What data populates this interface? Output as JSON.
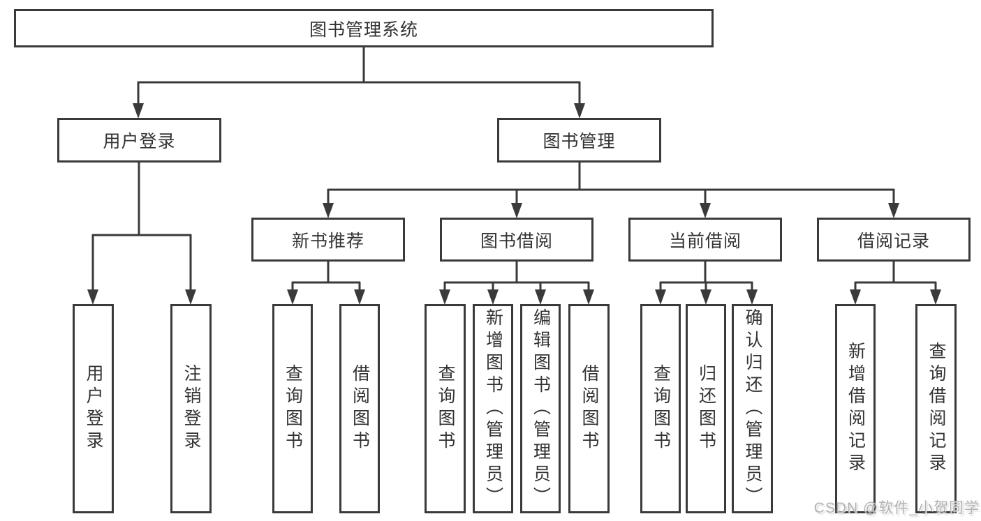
{
  "nodes": {
    "root": {
      "label": "图书管理系统"
    },
    "user_login": {
      "label": "用户登录"
    },
    "book_mgmt": {
      "label": "图书管理"
    },
    "new_book": {
      "label": "新书推荐"
    },
    "borrowing": {
      "label": "图书借阅"
    },
    "current": {
      "label": "当前借阅"
    },
    "records": {
      "label": "借阅记录"
    },
    "leaves": {
      "user_login": {
        "label": "用户登录"
      },
      "logout": {
        "label": "注销登录"
      },
      "nb_query": {
        "label": "查询图书"
      },
      "nb_borrow": {
        "label": "借阅图书"
      },
      "bw_query": {
        "label": "查询图书"
      },
      "bw_add": {
        "label": "新增图书（管理员）"
      },
      "bw_edit": {
        "label": "编辑图书（管理员）"
      },
      "bw_borrow": {
        "label": "借阅图书"
      },
      "cb_query": {
        "label": "查询图书"
      },
      "cb_return": {
        "label": "归还图书"
      },
      "cb_confirm": {
        "label": "确认归还（管理员）"
      },
      "br_add": {
        "label": "新增借阅记录"
      },
      "br_query": {
        "label": "查询借阅记录"
      }
    }
  },
  "watermark": {
    "text": "CSDN @软件_小贺同学"
  },
  "colors": {
    "line": "#3a3a3a",
    "text": "#333333",
    "background": "#ffffff",
    "watermark": "#b3b3b3"
  }
}
